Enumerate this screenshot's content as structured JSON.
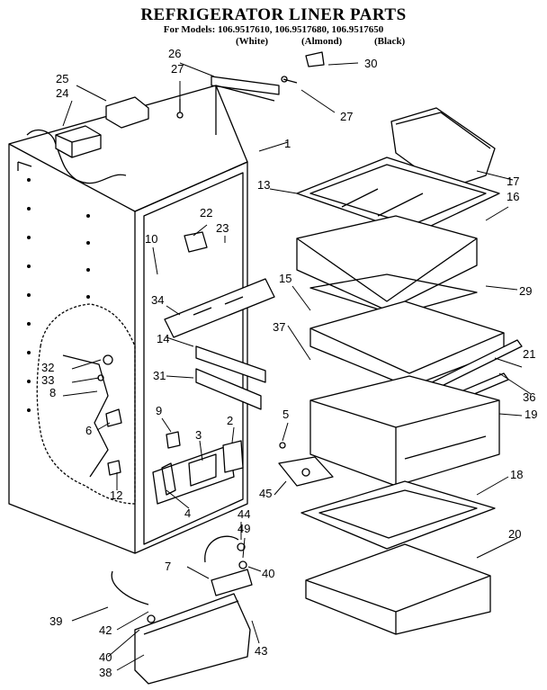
{
  "title": "REFRIGERATOR LINER PARTS",
  "models_line": "For Models: 106.9517610, 106.9517680, 106.9517650",
  "colors": {
    "white": "(White)",
    "almond": "(Almond)",
    "black": "(Black)"
  },
  "callouts": {
    "c1": "1",
    "c2": "2",
    "c3": "3",
    "c4": "4",
    "c5": "5",
    "c6": "6",
    "c7": "7",
    "c8": "8",
    "c9": "9",
    "c10": "10",
    "c12": "12",
    "c13": "13",
    "c14": "14",
    "c15": "15",
    "c16": "16",
    "c17": "17",
    "c18": "18",
    "c19": "19",
    "c20": "20",
    "c21": "21",
    "c22": "22",
    "c23": "23",
    "c24": "24",
    "c25": "25",
    "c26": "26",
    "c27a": "27",
    "c27b": "27",
    "c29": "29",
    "c30": "30",
    "c31": "31",
    "c32": "32",
    "c33": "33",
    "c34": "34",
    "c36": "36",
    "c37": "37",
    "c38": "38",
    "c39": "39",
    "c40a": "40",
    "c40b": "40",
    "c42": "42",
    "c43": "43",
    "c44": "44",
    "c45": "45",
    "c49": "49"
  }
}
